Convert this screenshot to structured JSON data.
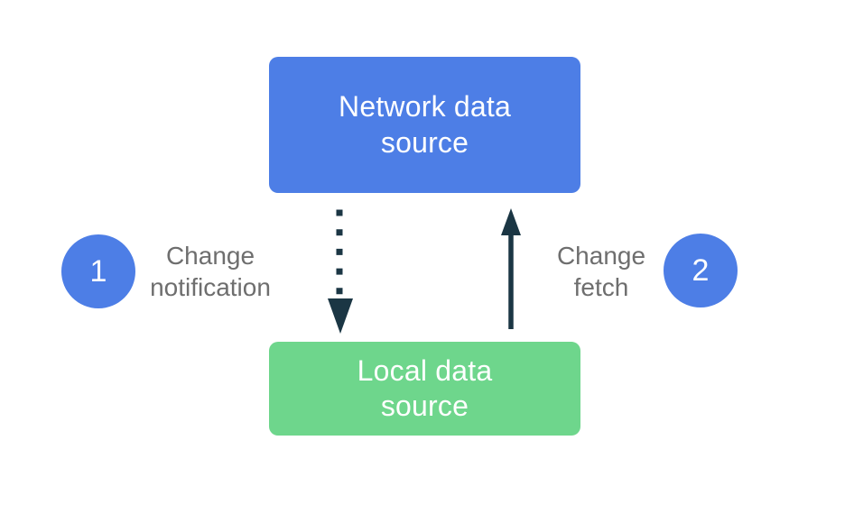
{
  "page": {
    "background": "#ffffff"
  },
  "nodes": {
    "network": {
      "label": "Network data\nsource",
      "fill": "#4D7EE6",
      "text_color": "#ffffff"
    },
    "local": {
      "label": "Local data\nsource",
      "fill": "#6ED68C",
      "text_color": "#ffffff"
    }
  },
  "arrows": {
    "notification": {
      "style": "dotted",
      "direction": "down",
      "from": "Network data source",
      "to": "Local data source",
      "color": "#1B3644"
    },
    "fetch": {
      "style": "solid",
      "direction": "up",
      "from": "Local data source",
      "to": "Network data source",
      "color": "#1B3644"
    }
  },
  "steps": [
    {
      "number": "1",
      "label": "Change\nnotification",
      "badge_fill": "#4D7EE6",
      "badge_text_color": "#ffffff"
    },
    {
      "number": "2",
      "label": "Change\nfetch",
      "badge_fill": "#4D7EE6",
      "badge_text_color": "#ffffff"
    }
  ],
  "label_color": "#6E6E6E"
}
